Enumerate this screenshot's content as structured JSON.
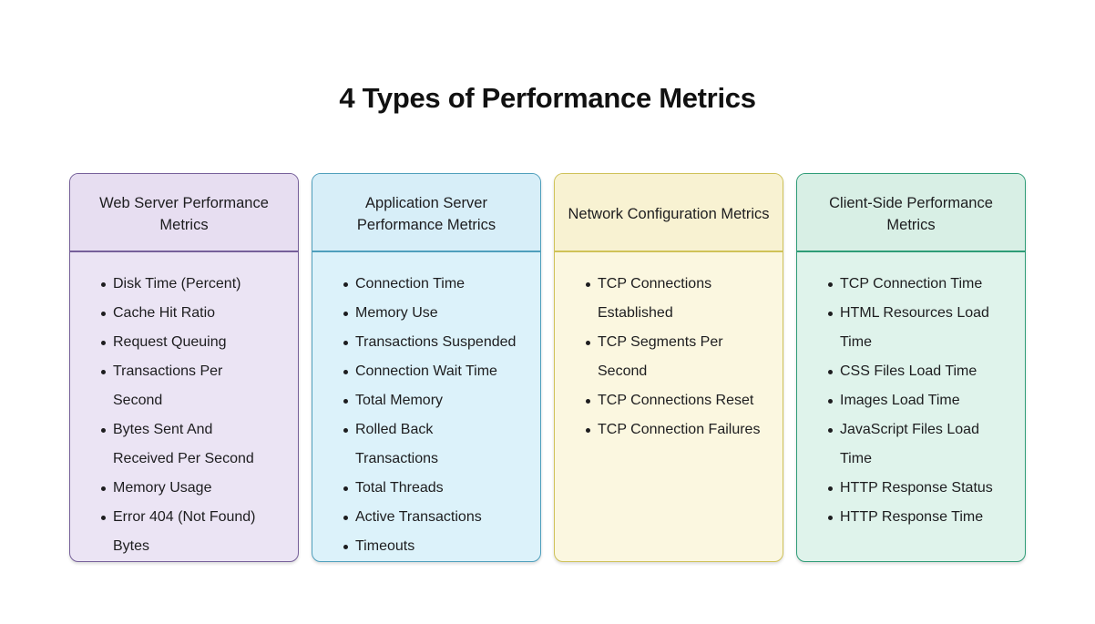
{
  "page": {
    "title": "4 Types of Performance Metrics",
    "background_color": "#ffffff",
    "text_color": "#1d1d1f"
  },
  "cards": [
    {
      "title": "Web Server Performance Metrics",
      "border_color": "#76609a",
      "header_bg": "#e7def1",
      "body_bg": "#ebe4f4",
      "items": [
        "Disk Time (Percent)",
        "Cache Hit Ratio",
        "Request Queuing",
        "Transactions Per Second",
        "Bytes Sent And Received Per Second",
        "Memory Usage",
        "Error 404 (Not Found) Bytes"
      ]
    },
    {
      "title": "Application Server Performance Metrics",
      "border_color": "#4f9fbc",
      "header_bg": "#d7eef8",
      "body_bg": "#dcf2fa",
      "items": [
        "Connection Time",
        "Memory Use",
        "Transactions Suspended",
        "Connection Wait Time",
        "Total Memory",
        "Rolled Back Transactions",
        "Total Threads",
        "Active Transactions",
        "Timeouts"
      ]
    },
    {
      "title": "Network Configuration Metrics",
      "border_color": "#cfc258",
      "header_bg": "#f8f2d2",
      "body_bg": "#fbf7e0",
      "items": [
        "TCP Connections Established",
        "TCP Segments Per Second",
        "TCP Connections Reset",
        "TCP Connection Failures"
      ]
    },
    {
      "title": "Client-Side Performance Metrics",
      "border_color": "#2e9c77",
      "header_bg": "#d8efe5",
      "body_bg": "#dff3eb",
      "items": [
        "TCP Connection Time",
        "HTML Resources Load Time",
        "CSS Files Load Time",
        "Images Load Time",
        "JavaScript Files Load Time",
        "HTTP Response Status",
        "HTTP Response Time"
      ]
    }
  ]
}
